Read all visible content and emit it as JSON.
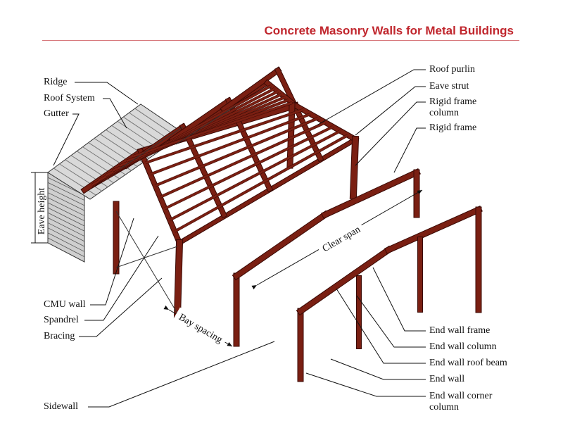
{
  "title": "Concrete Masonry Walls for Metal Buildings",
  "colors": {
    "title": "#c0262d",
    "rule": "#d87a7e",
    "frame_fill": "#7a1f12",
    "frame_edge": "#3a0a05",
    "roof_panel": "#d9d9d9",
    "cmu_wall": "#cfcfcf",
    "leader": "#111111"
  },
  "labels_left": {
    "ridge": "Ridge",
    "roof_system": "Roof System",
    "gutter": "Gutter",
    "cmu_wall": "CMU wall",
    "spandrel": "Spandrel",
    "bracing": "Bracing",
    "sidewall": "Sidewall"
  },
  "labels_right": {
    "roof_purlin": "Roof purlin",
    "eave_strut": "Eave strut",
    "rigid_frame_column_1": "Rigid frame",
    "rigid_frame_column_2": "column",
    "rigid_frame": "Rigid frame",
    "end_wall_frame": "End wall frame",
    "end_wall_column": "End wall column",
    "end_wall_roof_beam": "End wall roof beam",
    "end_wall": "End wall",
    "end_wall_corner_column_1": "End wall corner",
    "end_wall_corner_column_2": "column"
  },
  "dimensions": {
    "eave_height": "Eave height",
    "clear_span": "Clear span",
    "bay_spacing": "Bay spacing"
  }
}
